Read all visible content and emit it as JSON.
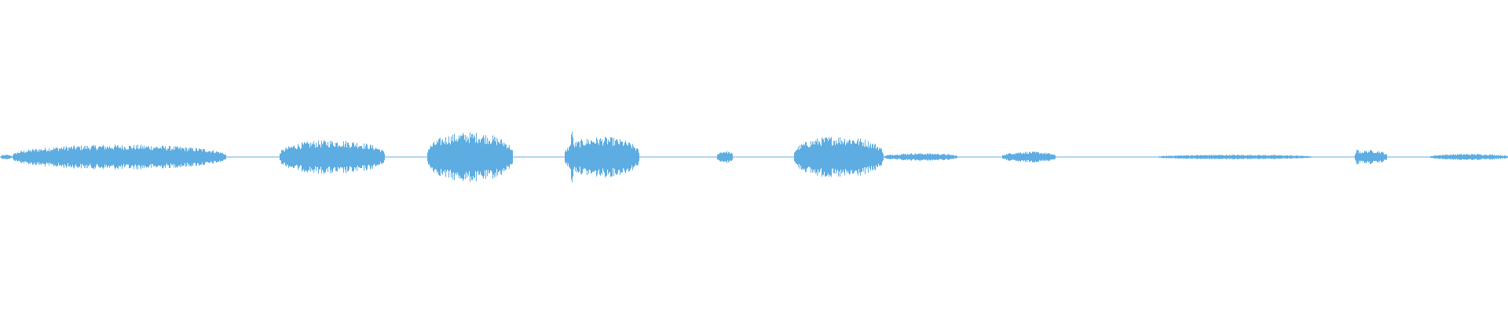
{
  "waveform": {
    "color": "#5dade2",
    "background": "#ffffff",
    "segments": [
      {
        "start": 0.0,
        "end": 0.008,
        "amp": 0.03
      },
      {
        "start": 0.008,
        "end": 0.15,
        "amp": 0.16
      },
      {
        "start": 0.185,
        "end": 0.255,
        "amp": 0.22
      },
      {
        "start": 0.283,
        "end": 0.34,
        "amp": 0.32
      },
      {
        "start": 0.374,
        "end": 0.424,
        "amp": 0.26
      },
      {
        "start": 0.475,
        "end": 0.486,
        "amp": 0.08
      },
      {
        "start": 0.526,
        "end": 0.586,
        "amp": 0.27
      },
      {
        "start": 0.586,
        "end": 0.635,
        "amp": 0.05
      },
      {
        "start": 0.664,
        "end": 0.7,
        "amp": 0.07
      },
      {
        "start": 0.767,
        "end": 0.87,
        "amp": 0.03
      },
      {
        "start": 0.898,
        "end": 0.92,
        "amp": 0.09
      },
      {
        "start": 0.948,
        "end": 1.0,
        "amp": 0.04
      }
    ],
    "spikes": [
      {
        "pos": 0.379,
        "amp": 0.4
      },
      {
        "pos": 0.9,
        "amp": 0.11
      }
    ]
  }
}
